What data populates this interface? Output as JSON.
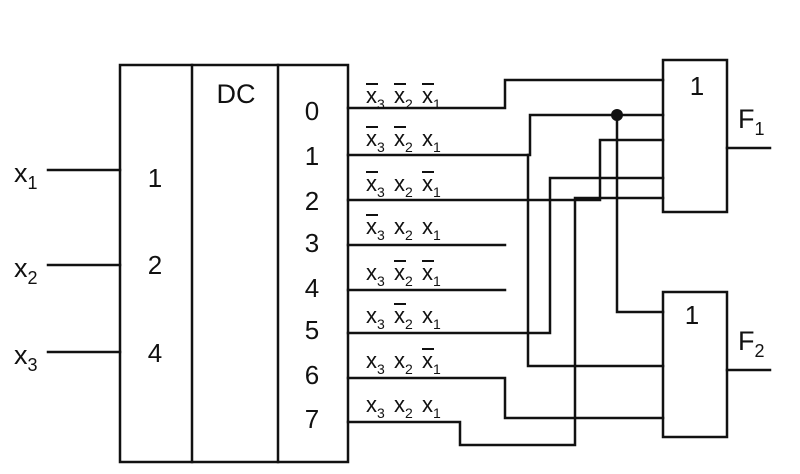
{
  "decoder": {
    "title": "DC",
    "input_weights": [
      "1",
      "2",
      "4"
    ],
    "outputs": [
      "0",
      "1",
      "2",
      "3",
      "4",
      "5",
      "6",
      "7"
    ]
  },
  "inputs": [
    {
      "name": "x",
      "sub": "1"
    },
    {
      "name": "x",
      "sub": "2"
    },
    {
      "name": "x",
      "sub": "3"
    }
  ],
  "minterms": [
    [
      {
        "v": "x",
        "s": "3",
        "n": true
      },
      {
        "v": "x",
        "s": "2",
        "n": true
      },
      {
        "v": "x",
        "s": "1",
        "n": true
      }
    ],
    [
      {
        "v": "x",
        "s": "3",
        "n": true
      },
      {
        "v": "x",
        "s": "2",
        "n": true
      },
      {
        "v": "x",
        "s": "1",
        "n": false
      }
    ],
    [
      {
        "v": "x",
        "s": "3",
        "n": true
      },
      {
        "v": "x",
        "s": "2",
        "n": false
      },
      {
        "v": "x",
        "s": "1",
        "n": true
      }
    ],
    [
      {
        "v": "x",
        "s": "3",
        "n": true
      },
      {
        "v": "x",
        "s": "2",
        "n": false
      },
      {
        "v": "x",
        "s": "1",
        "n": false
      }
    ],
    [
      {
        "v": "x",
        "s": "3",
        "n": false
      },
      {
        "v": "x",
        "s": "2",
        "n": true
      },
      {
        "v": "x",
        "s": "1",
        "n": true
      }
    ],
    [
      {
        "v": "x",
        "s": "3",
        "n": false
      },
      {
        "v": "x",
        "s": "2",
        "n": true
      },
      {
        "v": "x",
        "s": "1",
        "n": false
      }
    ],
    [
      {
        "v": "x",
        "s": "3",
        "n": false
      },
      {
        "v": "x",
        "s": "2",
        "n": false
      },
      {
        "v": "x",
        "s": "1",
        "n": true
      }
    ],
    [
      {
        "v": "x",
        "s": "3",
        "n": false
      },
      {
        "v": "x",
        "s": "2",
        "n": false
      },
      {
        "v": "x",
        "s": "1",
        "n": false
      }
    ]
  ],
  "gates": [
    {
      "symbol": "1",
      "output": {
        "name": "F",
        "sub": "1"
      }
    },
    {
      "symbol": "1",
      "output": {
        "name": "F",
        "sub": "2"
      }
    }
  ]
}
